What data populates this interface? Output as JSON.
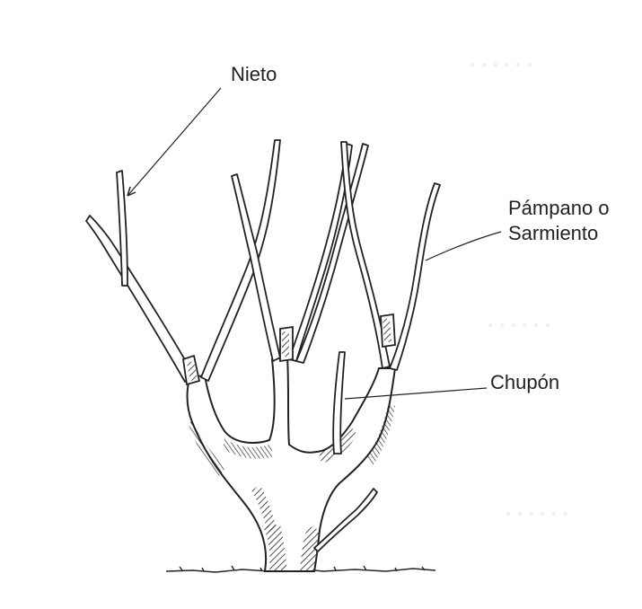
{
  "labels": {
    "nieto": "Nieto",
    "pampano_line1": "Pámpano o",
    "pampano_line2": "Sarmiento",
    "chupon": "Chupón"
  },
  "colors": {
    "ink": "#222222",
    "wood_fill": "#ffffff",
    "background": "#ffffff"
  }
}
